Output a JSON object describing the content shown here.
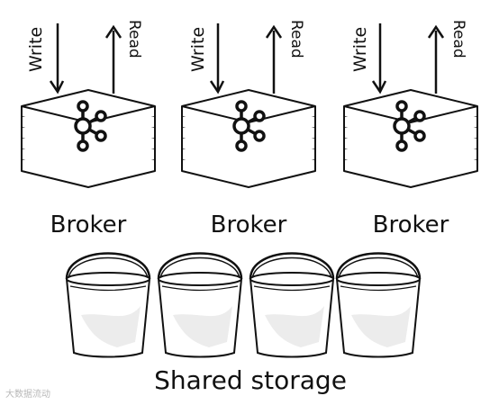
{
  "brokers": [
    {
      "label": "Broker",
      "write_label": "Write",
      "read_label": "Read"
    },
    {
      "label": "Broker",
      "write_label": "Write",
      "read_label": "Read"
    },
    {
      "label": "Broker",
      "write_label": "Write",
      "read_label": "Read"
    }
  ],
  "storage": {
    "label": "Shared storage",
    "bucket_count": 4
  },
  "watermark": "大数据流动",
  "colors": {
    "ink": "#111111",
    "bucket_shade": "#e4e4e4",
    "watermark": "#b8b8b8"
  },
  "icons": {
    "broker_logo": "kafka-logo-icon",
    "write_arrow": "arrow-down-icon",
    "read_arrow": "arrow-up-icon"
  }
}
